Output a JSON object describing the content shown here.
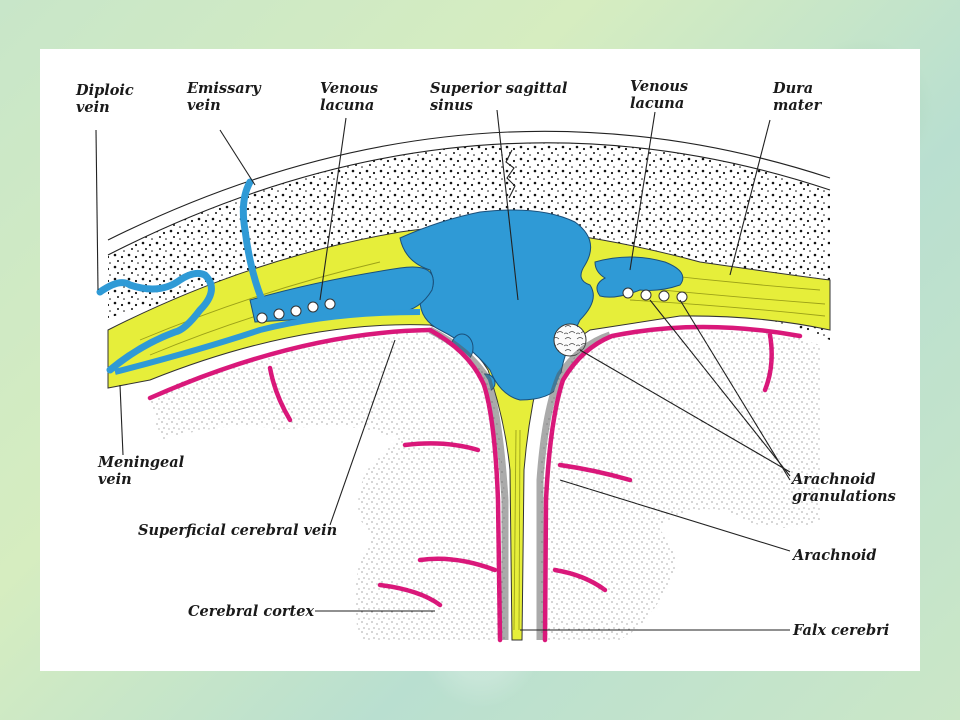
{
  "labels": {
    "diploic_vein": [
      "Diploic",
      "vein"
    ],
    "emissary_vein": [
      "Emissary",
      "vein"
    ],
    "venous_lacuna_left": [
      "Venous",
      "lacuna"
    ],
    "superior_sagittal_sinus": [
      "Superior sagittal",
      "sinus"
    ],
    "venous_lacuna_right": [
      "Venous",
      "lacuna"
    ],
    "dura_mater": [
      "Dura",
      "mater"
    ],
    "meningeal_vein": [
      "Meningeal",
      "vein"
    ],
    "superficial_cerebral_vein": "Superficial cerebral vein",
    "cerebral_cortex": "Cerebral cortex",
    "arachnoid_granulations": [
      "Arachnoid",
      "granulations"
    ],
    "arachnoid": "Arachnoid",
    "falx_cerebri": "Falx cerebri"
  },
  "colors": {
    "venous_blood": "#2f9ad6",
    "dura": "#e6ee3a",
    "cortex_vessels": "#d9187a",
    "bone_stipple": "#111111",
    "background_panel": "#ffffff"
  }
}
